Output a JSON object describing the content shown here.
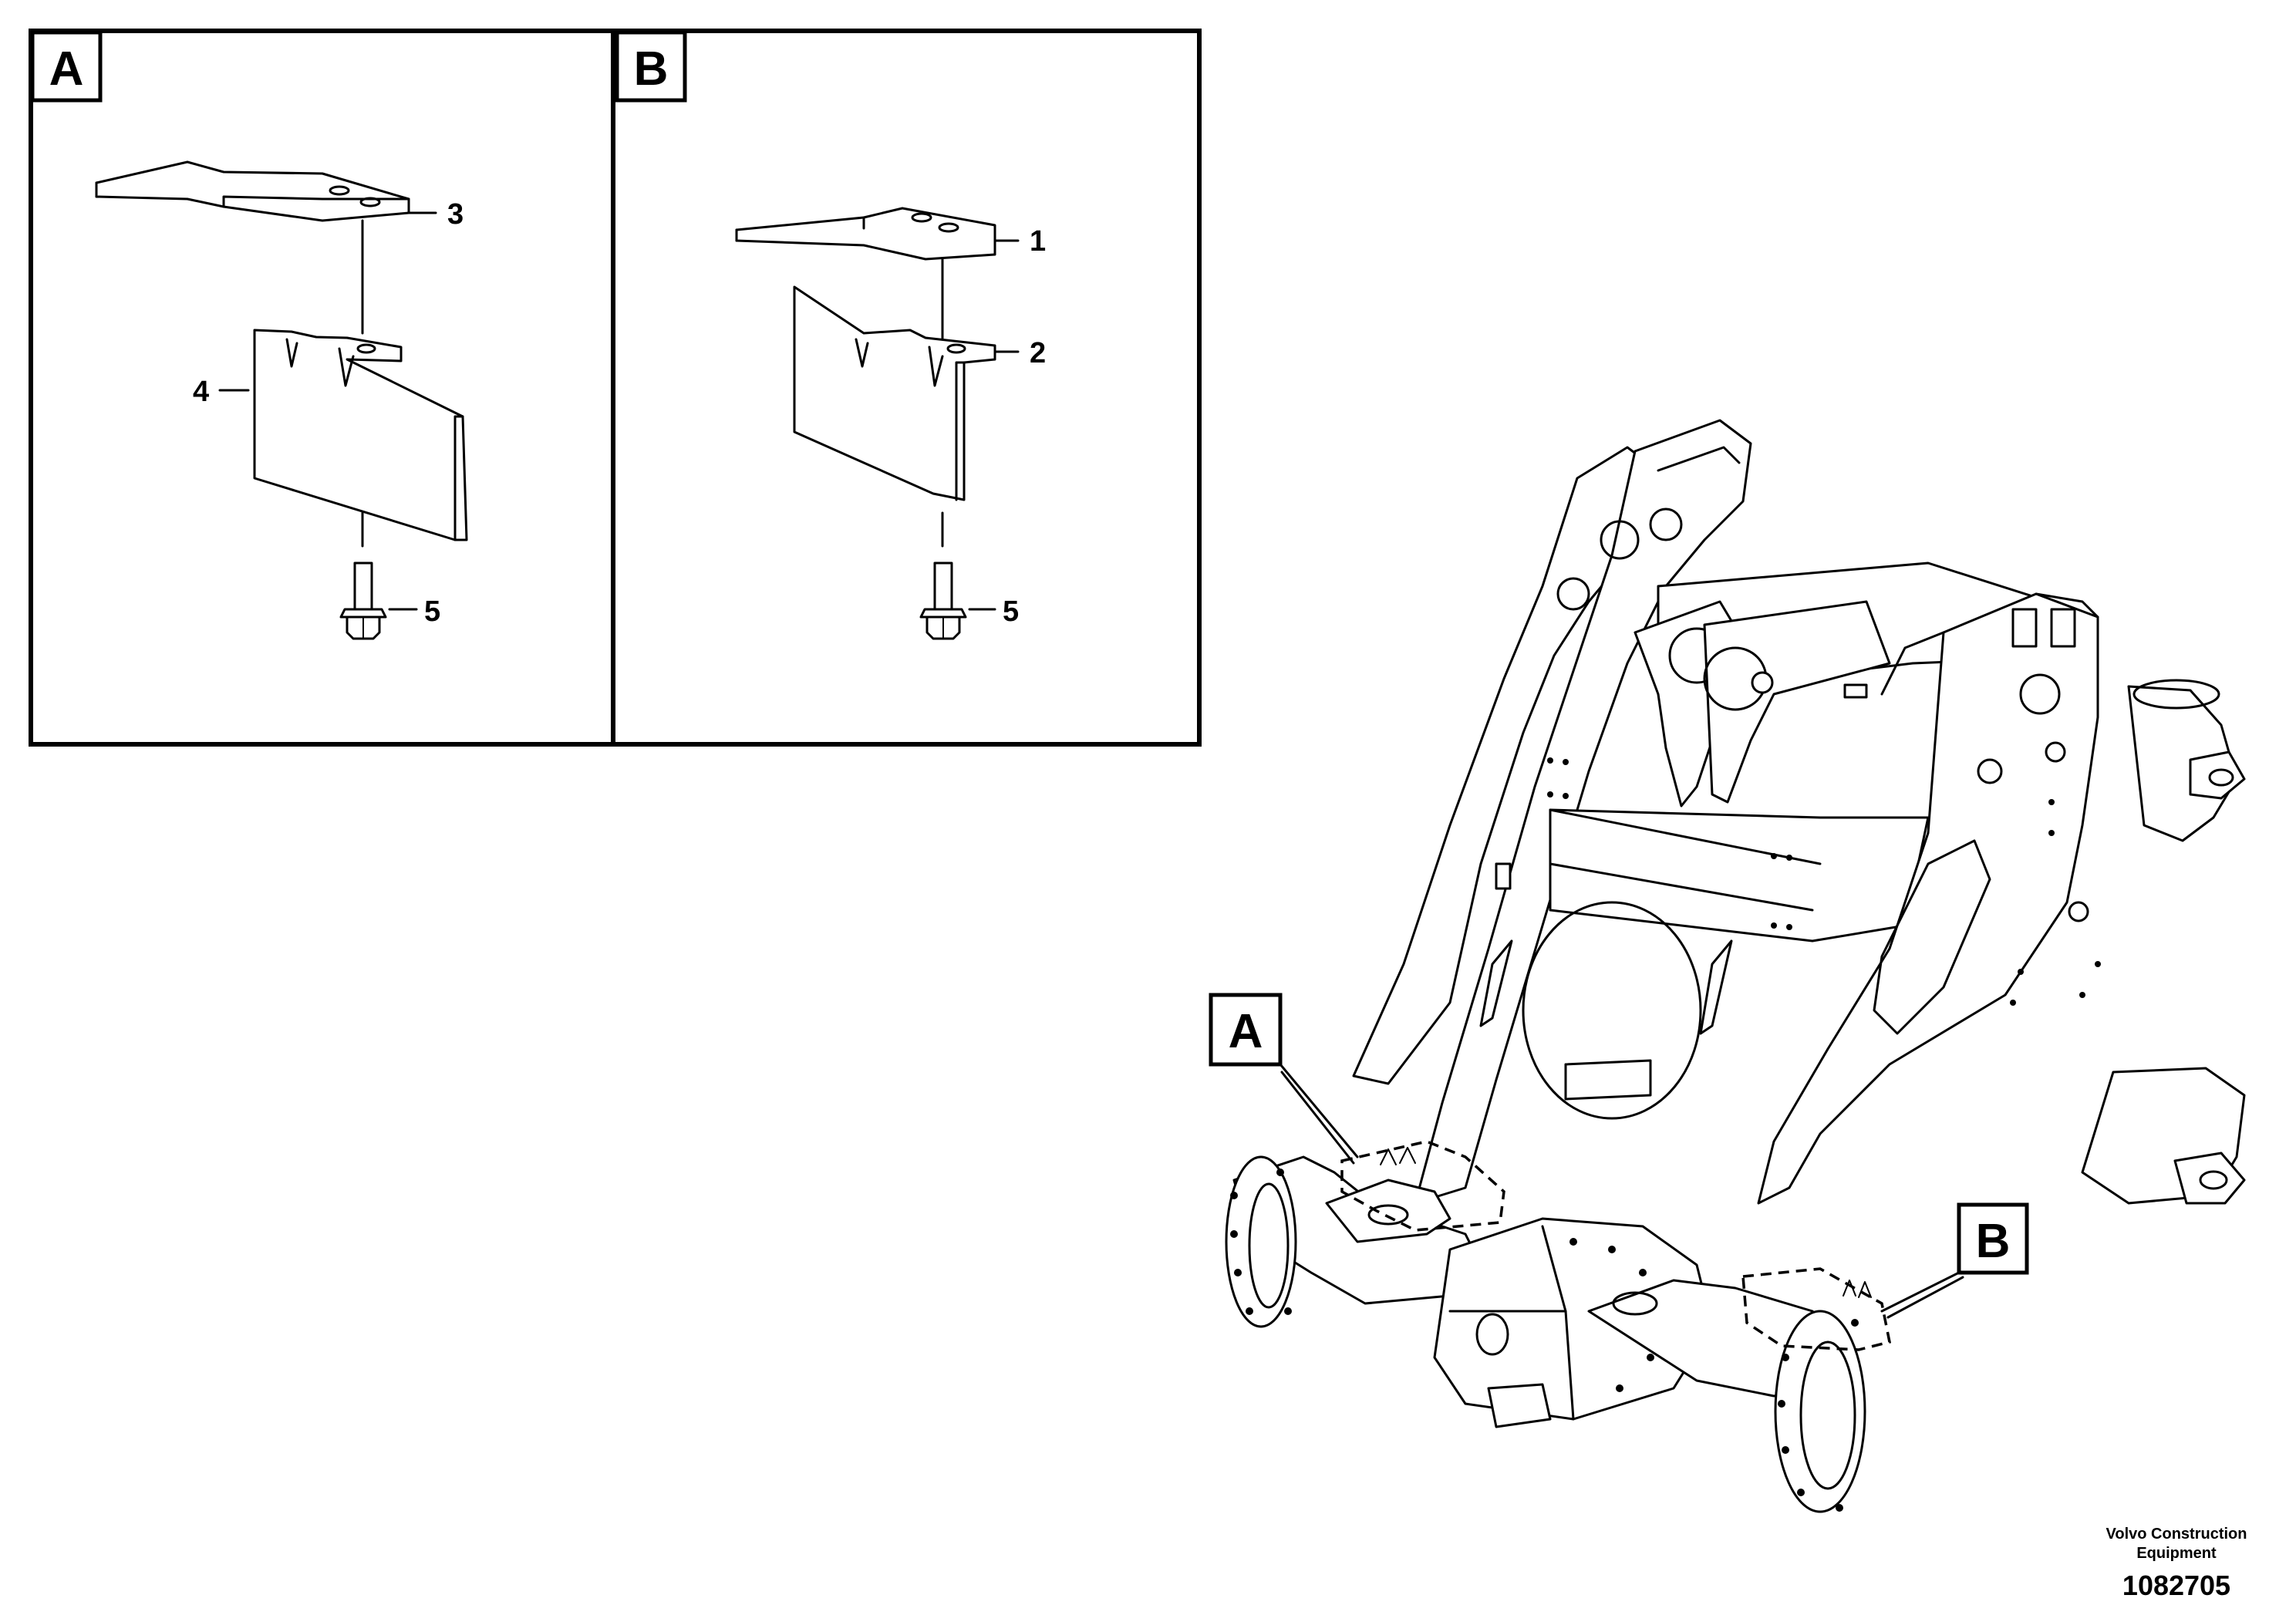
{
  "detail_a": {
    "tag": "A",
    "callouts": [
      "3",
      "4",
      "5"
    ]
  },
  "detail_b": {
    "tag": "B",
    "callouts": [
      "1",
      "2",
      "5"
    ]
  },
  "frame_markers": {
    "a": "A",
    "b": "B"
  },
  "footer": {
    "company_line1": "Volvo Construction",
    "company_line2": "Equipment",
    "drawing_number": "1082705"
  }
}
